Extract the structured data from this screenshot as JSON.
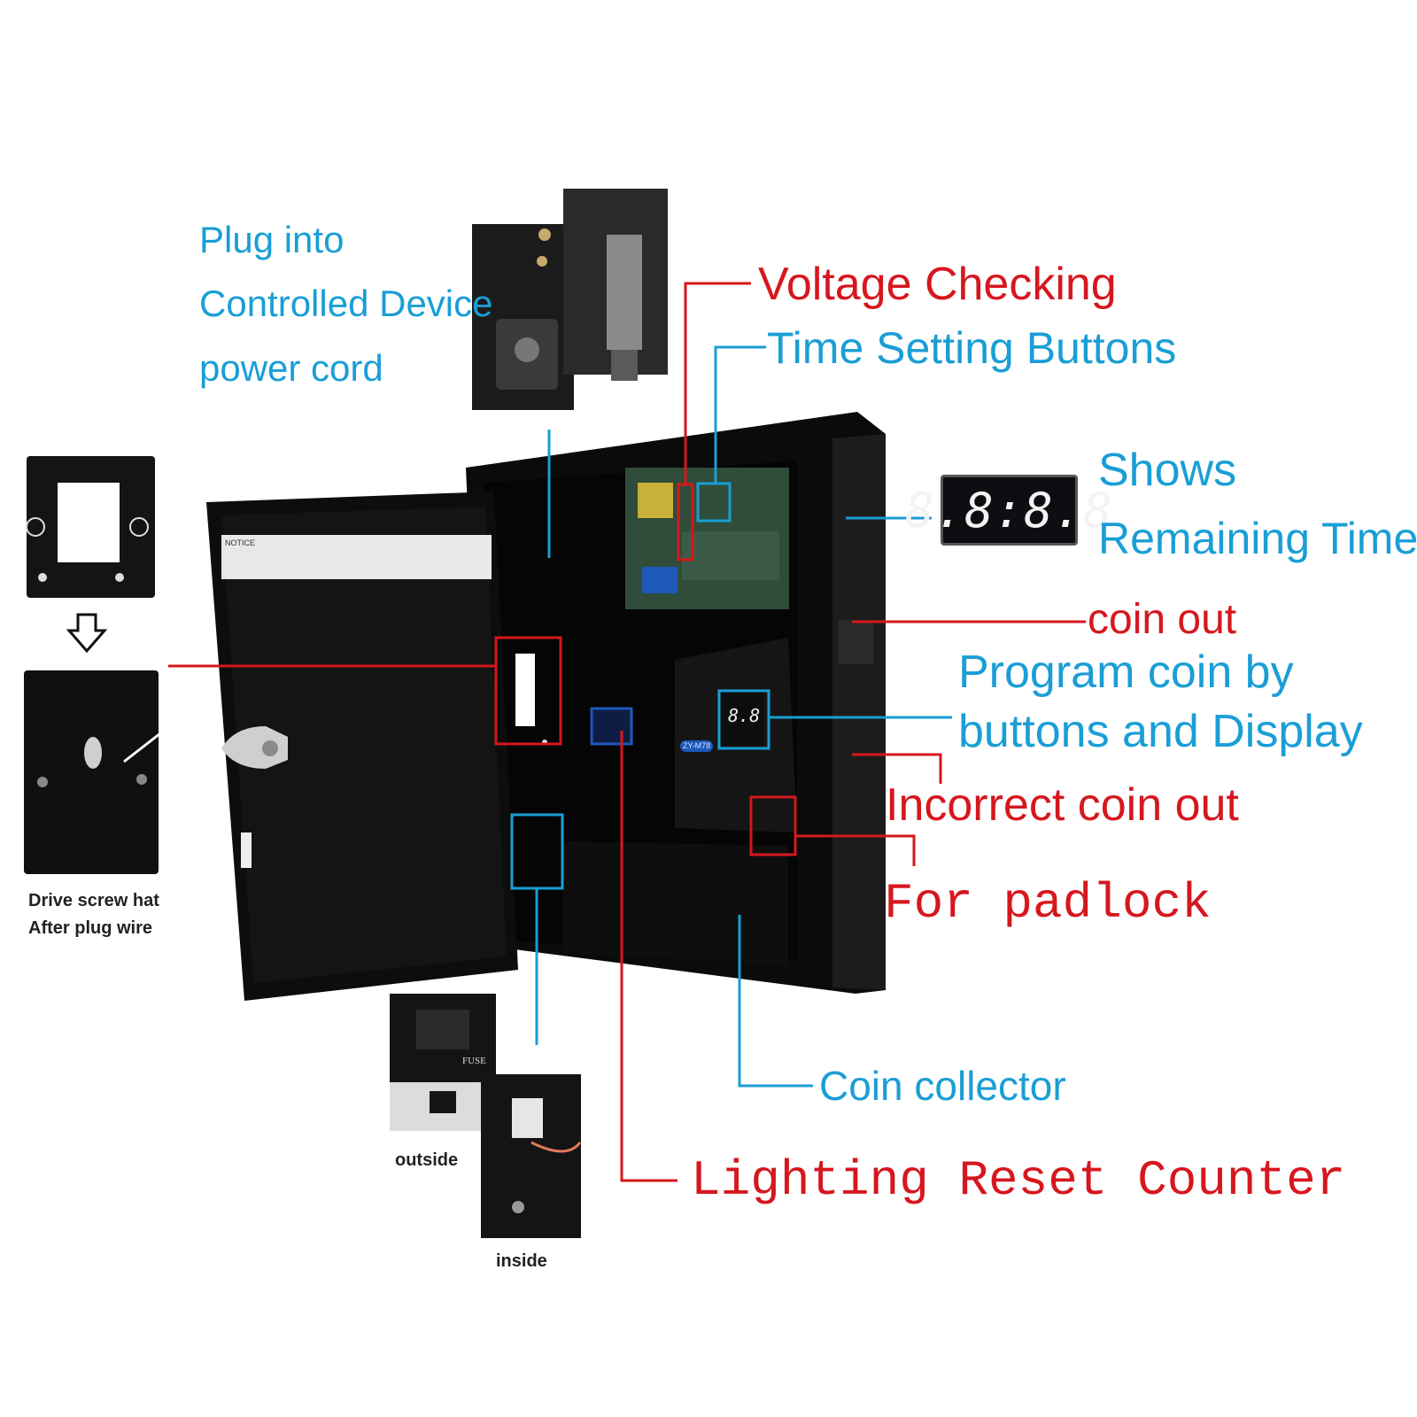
{
  "labels": {
    "plug_into": [
      "Plug into",
      "Controlled Device",
      "power cord"
    ],
    "voltage_checking": "Voltage Checking",
    "time_setting_buttons": "Time Setting Buttons",
    "shows_remaining_time": [
      "Shows",
      "Remaining Time"
    ],
    "coin_out": "coin out",
    "program_coin": [
      "Program coin by",
      "buttons and Display"
    ],
    "incorrect_coin_out": "Incorrect coin out",
    "for_padlock": "For padlock",
    "coin_collector": "Coin collector",
    "lighting_reset_counter": "Lighting Reset Counter",
    "drive_screw": [
      "Drive screw hat",
      "After plug wire"
    ],
    "outside": "outside",
    "inside": "inside",
    "fuse": "FUSE",
    "notice": "NOTICE",
    "coin_acceptor_badge": "ZY-M78"
  },
  "display": {
    "remaining_time_digits": "8.8:8.8",
    "coin_acceptor_digits": "8.8"
  },
  "colors": {
    "callout_blue": "#1a9ed6",
    "callout_red": "#d6171e",
    "cabinet": "#111111"
  },
  "icons": [
    "down-arrow-icon"
  ]
}
